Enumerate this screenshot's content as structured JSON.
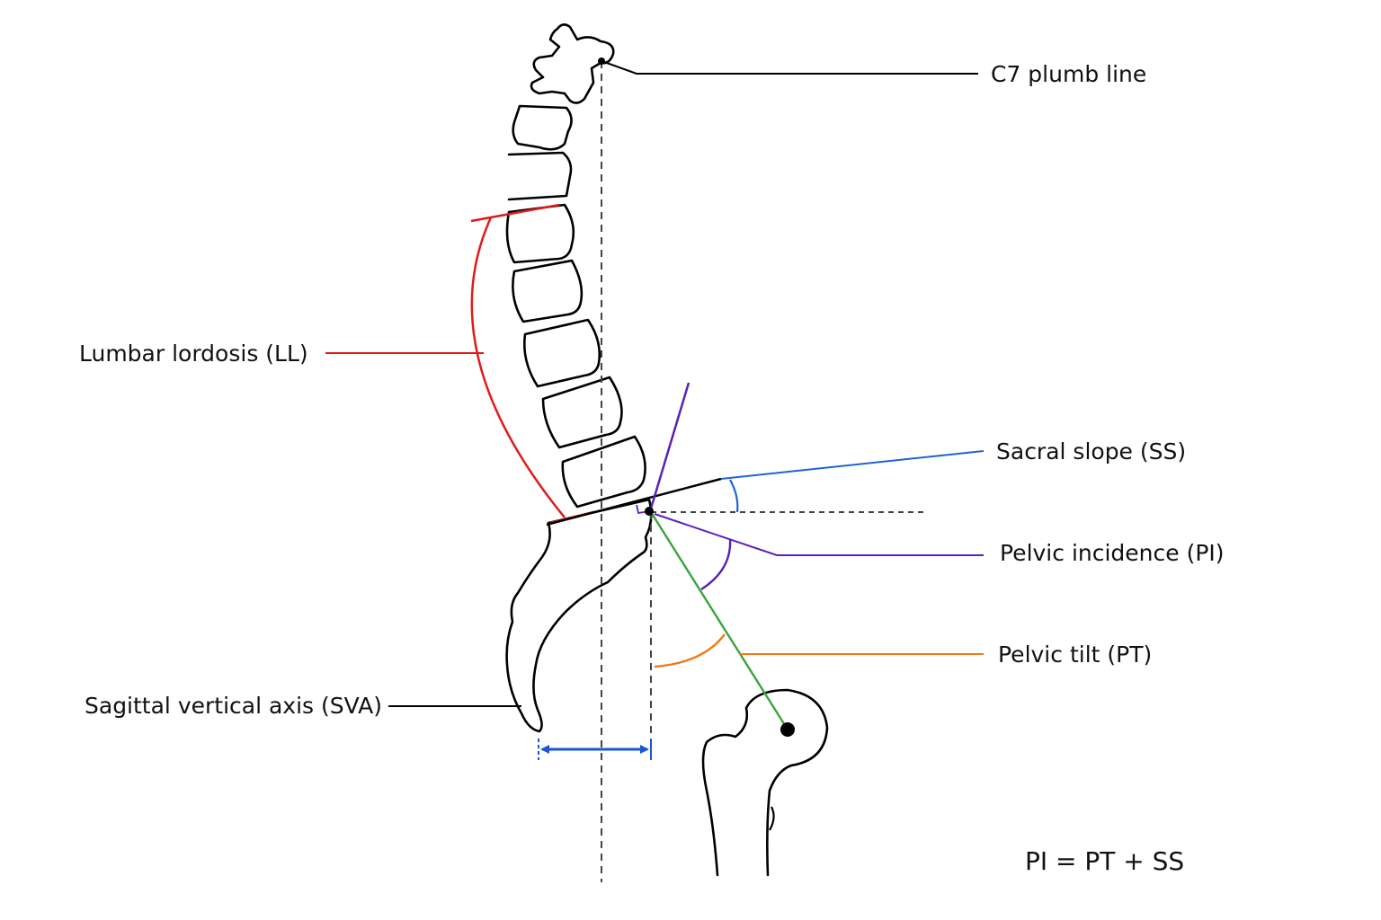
{
  "labels": {
    "c7": "C7 plumb line",
    "ll": "Lumbar lordosis (LL)",
    "ss": "Sacral slope (SS)",
    "pi": "Pelvic incidence (PI)",
    "pt": "Pelvic tilt (PT)",
    "sva": "Sagittal vertical axis (SVA)"
  },
  "formula": "PI = PT + SS",
  "colors": {
    "line": "#000000",
    "plumb": "#444444",
    "lordosis": "#e01b1b",
    "sacral_slope": "#1f63d4",
    "pelvic_incidence": "#5b21b6",
    "pelvic_tilt": "#f07a1a",
    "femoral_axis": "#3aa43a",
    "sva_arrow": "#1a56d6"
  }
}
